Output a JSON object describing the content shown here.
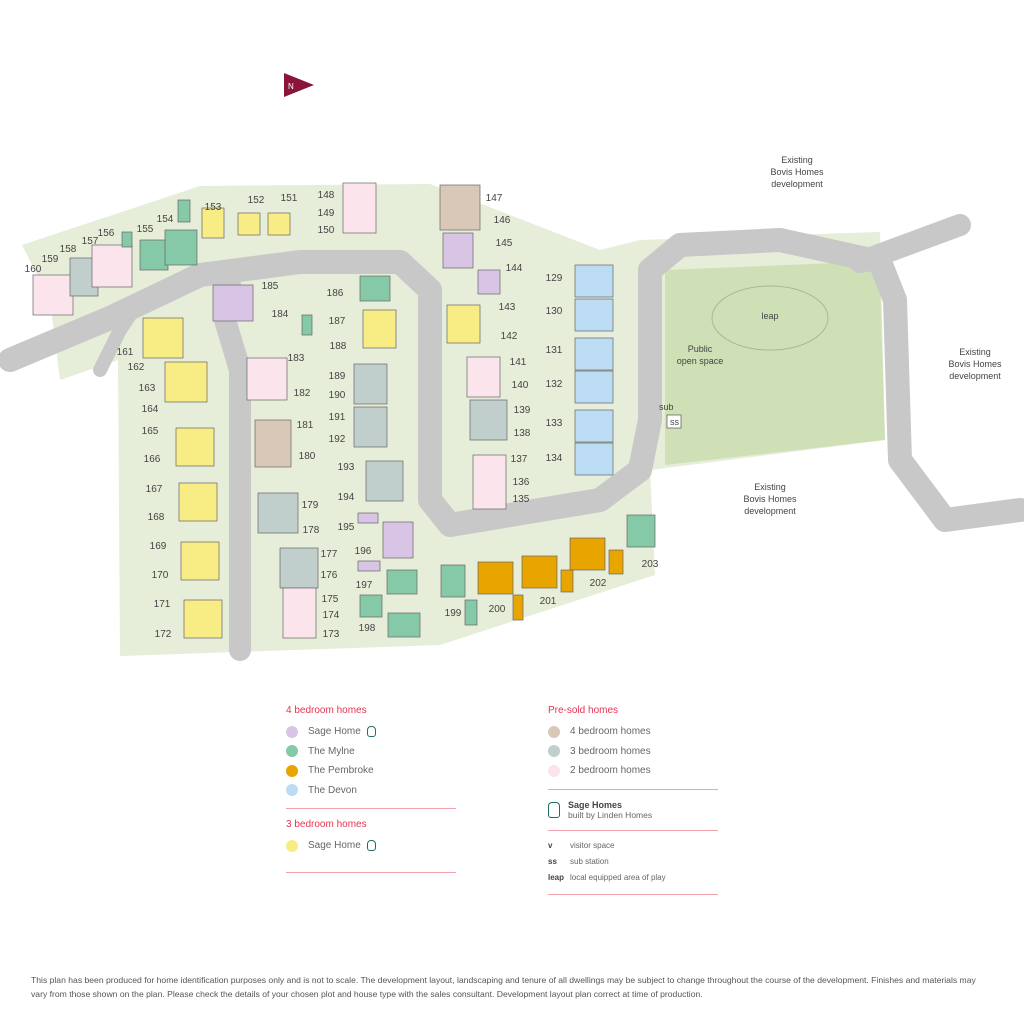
{
  "colors": {
    "sage_4bed": "#d8c4e4",
    "mylne": "#86c9a8",
    "pembroke": "#e8a500",
    "devon": "#bcdcf3",
    "sage_3bed": "#f8ec84",
    "presold_4bed": "#d9c8b8",
    "presold_3bed": "#c0cfcb",
    "presold_2bed": "#fbe4ec",
    "accent": "#e8344e",
    "north_arrow": "#8a1538",
    "green_space": "#e6edd8",
    "park": "#cfe0b6",
    "road": "#c8c8c8"
  },
  "map": {
    "north_label": "N",
    "existing_development_labels": [
      "Existing\nBovis Homes\ndevelopment",
      "Existing\nBovis Homes\ndevelopment",
      "Existing\nBovis Homes\ndevelopment"
    ],
    "public_open_space": "Public\nopen space",
    "leap": "leap",
    "sub": "sub",
    "ss": "ss",
    "plots": [
      {
        "number": "160",
        "type": "presold_2bed"
      },
      {
        "number": "159",
        "type": "presold_2bed"
      },
      {
        "number": "158",
        "type": "presold_3bed"
      },
      {
        "number": "157",
        "type": "presold_2bed"
      },
      {
        "number": "156",
        "type": "presold_2bed"
      },
      {
        "number": "155",
        "type": "mylne"
      },
      {
        "number": "154",
        "type": "mylne"
      },
      {
        "number": "153",
        "type": "sage_3bed"
      },
      {
        "number": "152",
        "type": "sage_3bed"
      },
      {
        "number": "151",
        "type": "sage_3bed"
      },
      {
        "number": "148",
        "type": "presold_2bed"
      },
      {
        "number": "149",
        "type": "presold_2bed"
      },
      {
        "number": "150",
        "type": "presold_2bed"
      },
      {
        "number": "147",
        "type": "presold_4bed"
      },
      {
        "number": "146",
        "type": "presold_2bed"
      },
      {
        "number": "145",
        "type": "sage_4bed"
      },
      {
        "number": "144",
        "type": "sage_4bed"
      },
      {
        "number": "143",
        "type": "sage_3bed"
      },
      {
        "number": "142",
        "type": "sage_3bed"
      },
      {
        "number": "141",
        "type": "presold_2bed"
      },
      {
        "number": "140",
        "type": "presold_2bed"
      },
      {
        "number": "139",
        "type": "presold_3bed"
      },
      {
        "number": "138",
        "type": "presold_3bed"
      },
      {
        "number": "137",
        "type": "presold_2bed"
      },
      {
        "number": "136",
        "type": "presold_2bed"
      },
      {
        "number": "135",
        "type": "presold_2bed"
      },
      {
        "number": "129",
        "type": "devon"
      },
      {
        "number": "130",
        "type": "devon"
      },
      {
        "number": "131",
        "type": "devon"
      },
      {
        "number": "132",
        "type": "devon"
      },
      {
        "number": "133",
        "type": "devon"
      },
      {
        "number": "134",
        "type": "devon"
      },
      {
        "number": "185",
        "type": "sage_4bed"
      },
      {
        "number": "184",
        "type": "sage_4bed"
      },
      {
        "number": "186",
        "type": "mylne"
      },
      {
        "number": "187",
        "type": "sage_3bed"
      },
      {
        "number": "188",
        "type": "sage_3bed"
      },
      {
        "number": "161",
        "type": "sage_3bed"
      },
      {
        "number": "162",
        "type": "sage_3bed"
      },
      {
        "number": "183",
        "type": "presold_2bed"
      },
      {
        "number": "182",
        "type": "presold_2bed"
      },
      {
        "number": "163",
        "type": "sage_3bed"
      },
      {
        "number": "164",
        "type": "sage_3bed"
      },
      {
        "number": "189",
        "type": "presold_3bed"
      },
      {
        "number": "190",
        "type": "presold_3bed"
      },
      {
        "number": "191",
        "type": "presold_3bed"
      },
      {
        "number": "192",
        "type": "presold_3bed"
      },
      {
        "number": "181",
        "type": "presold_4bed"
      },
      {
        "number": "180",
        "type": "presold_4bed"
      },
      {
        "number": "165",
        "type": "sage_3bed"
      },
      {
        "number": "166",
        "type": "sage_3bed"
      },
      {
        "number": "193",
        "type": "presold_3bed"
      },
      {
        "number": "194",
        "type": "presold_3bed"
      },
      {
        "number": "167",
        "type": "sage_3bed"
      },
      {
        "number": "168",
        "type": "sage_3bed"
      },
      {
        "number": "179",
        "type": "presold_3bed"
      },
      {
        "number": "178",
        "type": "presold_3bed"
      },
      {
        "number": "195",
        "type": "sage_4bed"
      },
      {
        "number": "196",
        "type": "sage_4bed"
      },
      {
        "number": "169",
        "type": "sage_3bed"
      },
      {
        "number": "170",
        "type": "sage_3bed"
      },
      {
        "number": "177",
        "type": "presold_3bed"
      },
      {
        "number": "176",
        "type": "presold_3bed"
      },
      {
        "number": "175",
        "type": "presold_2bed"
      },
      {
        "number": "174",
        "type": "presold_2bed"
      },
      {
        "number": "173",
        "type": "presold_2bed"
      },
      {
        "number": "171",
        "type": "sage_3bed"
      },
      {
        "number": "172",
        "type": "sage_3bed"
      },
      {
        "number": "197",
        "type": "mylne"
      },
      {
        "number": "198",
        "type": "mylne"
      },
      {
        "number": "199",
        "type": "mylne"
      },
      {
        "number": "200",
        "type": "pembroke"
      },
      {
        "number": "201",
        "type": "pembroke"
      },
      {
        "number": "202",
        "type": "pembroke"
      },
      {
        "number": "203",
        "type": "mylne"
      }
    ]
  },
  "legend": {
    "four_bed": {
      "heading": "4 bedroom homes",
      "items": [
        {
          "label": "Sage Home",
          "color": "#d8c4e4",
          "owl": true
        },
        {
          "label": "The Mylne",
          "color": "#86c9a8"
        },
        {
          "label": "The Pembroke",
          "color": "#e8a500"
        },
        {
          "label": "The Devon",
          "color": "#bcdcf3"
        }
      ]
    },
    "three_bed": {
      "heading": "3 bedroom homes",
      "items": [
        {
          "label": "Sage Home",
          "color": "#f8ec84",
          "owl": true
        }
      ]
    },
    "presold": {
      "heading": "Pre-sold homes",
      "items": [
        {
          "label": "4 bedroom homes",
          "color": "#d9c8b8"
        },
        {
          "label": "3 bedroom homes",
          "color": "#c0cfcb"
        },
        {
          "label": "2 bedroom homes",
          "color": "#fbe4ec"
        }
      ]
    },
    "sage_brand": {
      "title": "Sage Homes",
      "subtitle": "built by Linden Homes"
    },
    "key": [
      {
        "abbr": "v",
        "label": "visitor space"
      },
      {
        "abbr": "ss",
        "label": "sub station"
      },
      {
        "abbr": "leap",
        "label": "local equipped area of play"
      }
    ]
  },
  "disclaimer": "This plan has been produced for home identification purposes only and is not to scale. The development layout, landscaping and tenure of all dwellings may be subject to change throughout the course of the development. Finishes and materials may vary from those shown on the plan. Please check the details of your chosen plot and house type with the sales consultant. Development layout plan correct at time of production."
}
